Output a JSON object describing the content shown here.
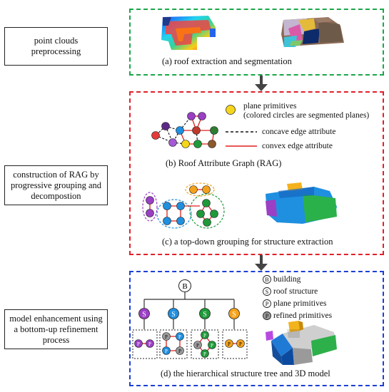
{
  "stages": {
    "s1": "point clouds preprocessing",
    "s2": "construction of RAG by progressive grouping and decompostion",
    "s3": "model enhancement using a bottom-up refinement process"
  },
  "captions": {
    "a": "(a) roof extraction and segmentation",
    "b": "(b)  Roof Attribute Graph (RAG)",
    "c": "(c) a top-down grouping for structure extraction",
    "d": "(d) the hierarchical structure tree and 3D model"
  },
  "legend_b": {
    "plane_line1": "plane primitives",
    "plane_line2": "(colored circles are segmented planes)",
    "concave": "concave edge attribute",
    "convex": "convex edge attribute"
  },
  "legend_d": {
    "building": "building",
    "roof_structure": "roof structure",
    "plane": "plane primitives",
    "refined": "refined primitives",
    "sym_building": "B",
    "sym_roof": "S",
    "sym_plane": "P",
    "sym_refined": "P"
  },
  "tree": {
    "root": "B",
    "structure": "S",
    "primitive": "P"
  },
  "colors": {
    "green_panel": "#1aa64a",
    "red_panel": "#e0202a",
    "blue_panel": "#1d3fd6",
    "arrow": "#444444",
    "convex_edge": "#e02020",
    "purple": "#9b3fc4",
    "blue": "#1f8fe0",
    "green": "#1f9a3a",
    "orange": "#f4a21c",
    "yellow": "#f5d61a",
    "gray": "#9a9a9a"
  }
}
